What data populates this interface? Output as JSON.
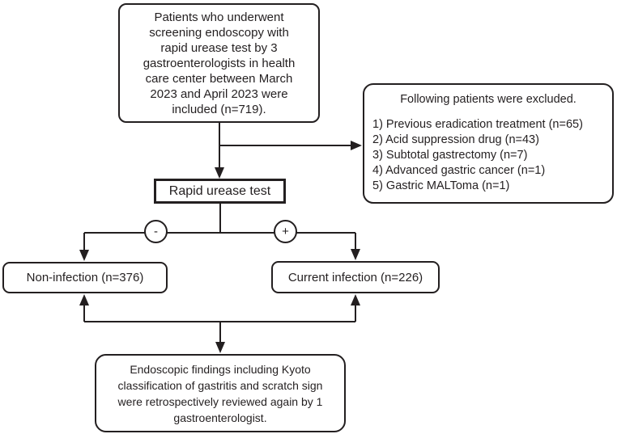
{
  "flowchart": {
    "inclusion_box": {
      "text": "Patients who underwent\nscreening endoscopy with\nrapid urease test by 3\ngastroenterologists in health\ncare center between March\n2023 and April 2023 were\nincluded (n=719)."
    },
    "exclusion_box": {
      "title": "Following patients were excluded.",
      "items": [
        "1) Previous eradication treatment (n=65)",
        "2) Acid suppression drug (n=43)",
        "3) Subtotal gastrectomy (n=7)",
        "4) Advanced gastric cancer (n=1)",
        "5) Gastric MALToma (n=1)"
      ]
    },
    "test_box": {
      "text": "Rapid urease test"
    },
    "branches": {
      "negative_label": "-",
      "positive_label": "+"
    },
    "negative_box": {
      "text": "Non-infection (n=376)"
    },
    "positive_box": {
      "text": "Current infection (n=226)"
    },
    "review_box": {
      "text": "Endoscopic findings including Kyoto\nclassification of gastritis and scratch sign\nwere retrospectively reviewed again by 1\ngastroenterologist."
    },
    "colors": {
      "line": "#231f20",
      "background": "#ffffff"
    }
  }
}
